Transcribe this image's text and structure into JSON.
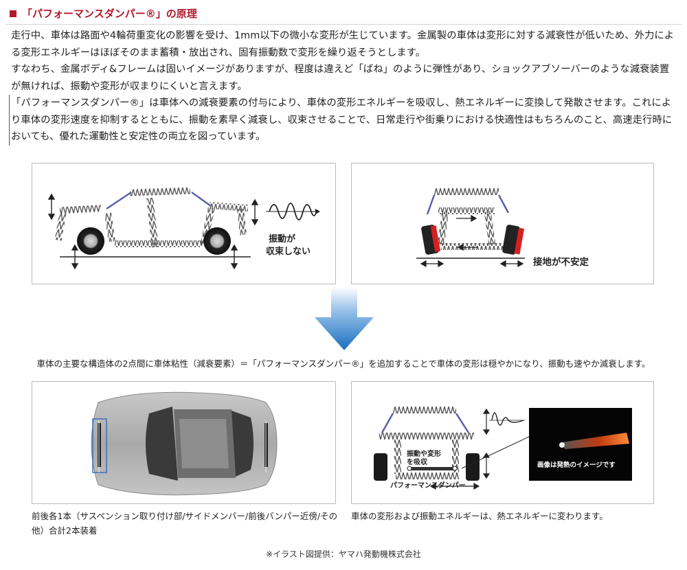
{
  "heading": {
    "title": "「パフォーマンスダンパー®」の原理"
  },
  "intro": {
    "paragraphs": [
      "走行中、車体は路面や4輪荷重変化の影響を受け、1mm以下の微小な変形が生じています。金属製の車体は変形に対する減衰性が低いため、外力による変形エネルギーはほぼそのまま蓄積・放出され、固有振動数で変形を繰り返そうとします。",
      "すなわち、金属ボディ&フレームは固いイメージがありますが、程度は違えど「ばね」のように弾性があり、ショックアブソーバーのような減衰装置が無ければ、振動や変形が収まりにくいと言えます。",
      "「パフォーマンスダンパー®」は車体への減衰要素の付与により、車体の変形エネルギーを吸収し、熱エネルギーに変換して発散させます。これにより車体の変形速度を抑制するとともに、振動を素早く減衰し、収束させることで、日常走行や街乗りにおける快適性はもちろんのこと、高速走行時においても、優れた運動性と安定性の両立を図っています。"
    ]
  },
  "panels": {
    "top_left": {
      "label_line1": "振動が",
      "label_line2": "収束しない"
    },
    "top_right": {
      "label": "接地が不安定"
    },
    "bottom_right": {
      "absorb_line1": "振動や変形",
      "absorb_line2": "を吸収",
      "damper_label": "パフォーマンスダンパー",
      "heat_label": "画像は発熱のイメージです"
    }
  },
  "colors": {
    "accent": "#b2182b",
    "arrow": "#1a6fc0",
    "spring": "#555555",
    "tire_red": "#d62020"
  },
  "caption_mid": "車体の主要な構造体の2点間に車体粘性（減衰要素）＝「パフォーマンスダンパー®」を追加することで車体の変形は穏やかになり、振動も速やか減衰します。",
  "caption_bottom_left": "前後各1本（サスペンション取り付け部/サイドメンバー/前後バンパー近傍/その他）合計2本装着",
  "caption_bottom_right": "車体の変形および振動エネルギーは、熱エネルギーに変わります。",
  "credit": "※イラスト図提供：ヤマハ発動機株式会社"
}
